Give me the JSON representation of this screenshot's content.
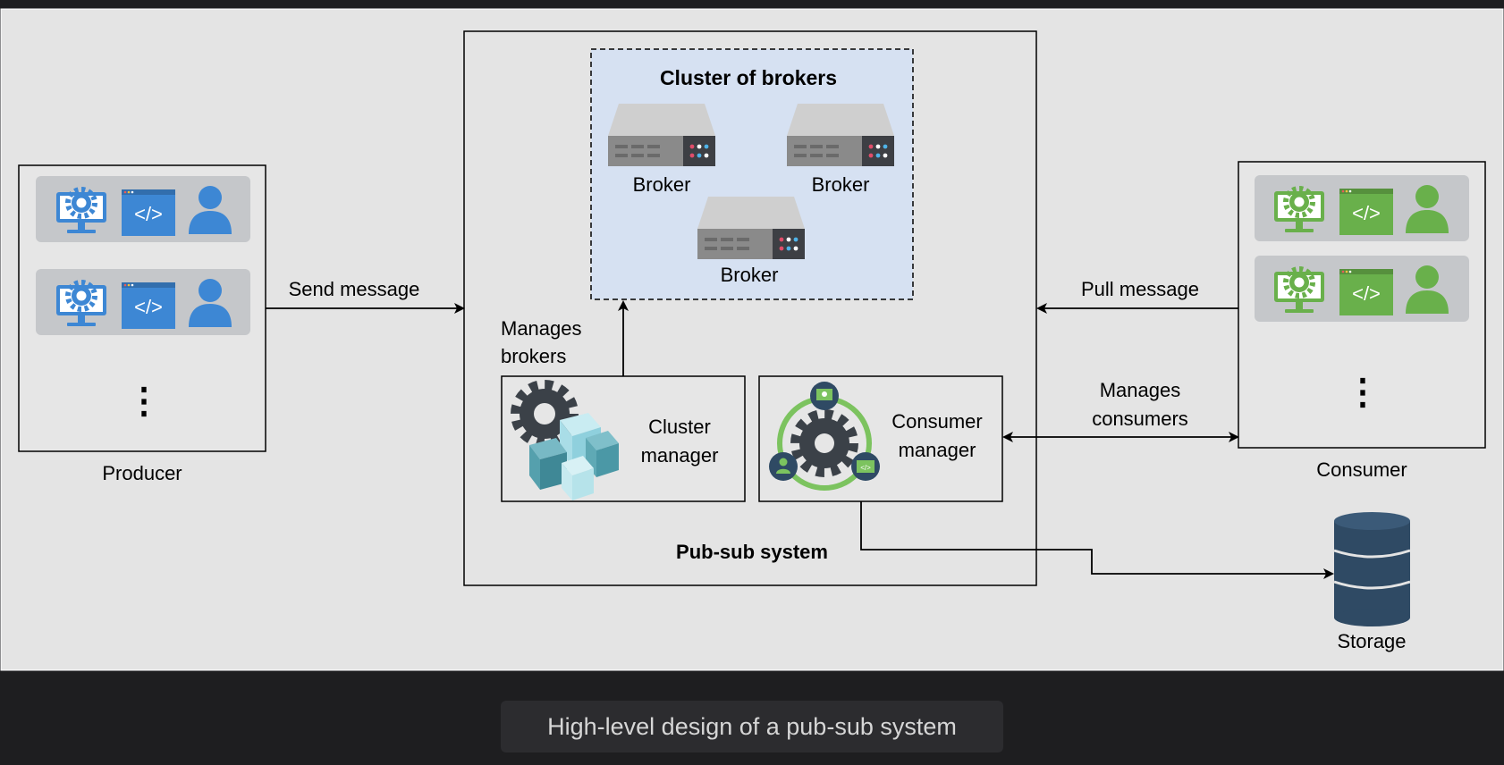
{
  "labels": {
    "producer": "Producer",
    "consumer": "Consumer",
    "send_message": "Send message",
    "pull_message": "Pull message",
    "manages_brokers_1": "Manages",
    "manages_brokers_2": "brokers",
    "manages_consumers_1": "Manages",
    "manages_consumers_2": "consumers",
    "cluster_title": "Cluster of brokers",
    "broker": "Broker",
    "cluster_manager_1": "Cluster",
    "cluster_manager_2": "manager",
    "consumer_manager_1": "Consumer",
    "consumer_manager_2": "manager",
    "pubsub_system": "Pub-sub system",
    "storage": "Storage",
    "ellipsis": "⋮",
    "code_glyph": "</>"
  },
  "caption": "High-level design of a pub-sub system",
  "colors": {
    "canvas": "#e4e4e4",
    "page_bg": "#1e1e20",
    "cluster_fill": "#d6e1f2",
    "producer_icon": "#3d87d4",
    "consumer_icon": "#69b04b",
    "storage": "#2f4a64",
    "gear_dark": "#3b4148"
  }
}
